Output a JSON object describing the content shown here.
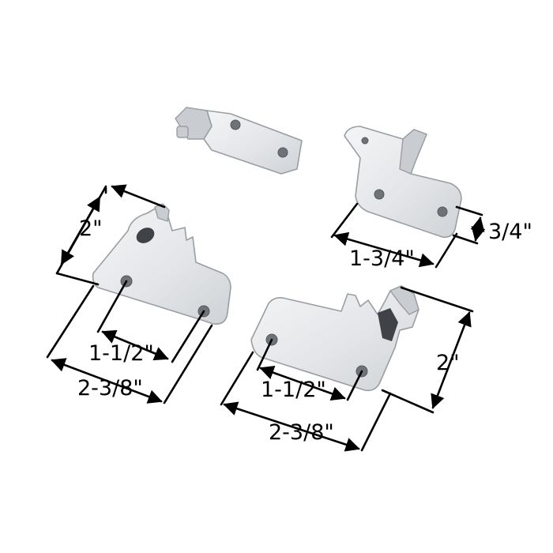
{
  "image": {
    "subject": "brackets"
  },
  "dimensions": {
    "left_height": "2\"",
    "left_hole_spacing": "1-1/2\"",
    "left_width": "2-3/8\"",
    "right_height": "2\"",
    "right_hole_spacing": "1-1/2\"",
    "right_width": "2-3/8\"",
    "small_width": "1-3/4\"",
    "small_height": "3/4\""
  }
}
